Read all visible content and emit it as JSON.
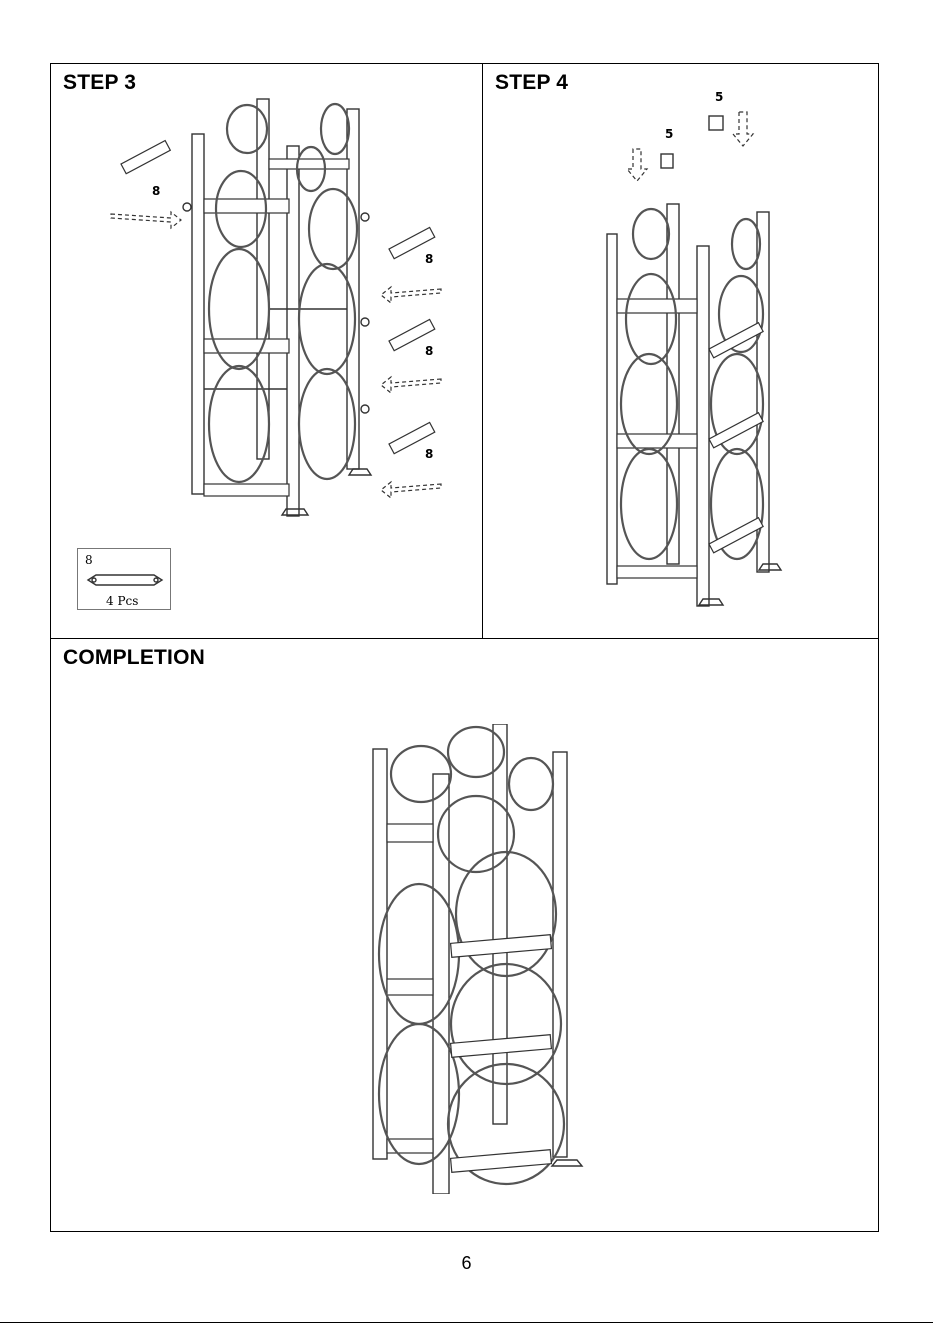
{
  "steps": [
    {
      "id": "step3",
      "title": "STEP 3",
      "part_labels": [
        "8",
        "8",
        "8",
        "8"
      ]
    },
    {
      "id": "step4",
      "title": "STEP 4",
      "part_labels": [
        "5",
        "5"
      ]
    },
    {
      "id": "completion",
      "title": "COMPLETION"
    }
  ],
  "legend": {
    "part_number": "8",
    "quantity": "4 Pcs"
  },
  "page_number": "6"
}
